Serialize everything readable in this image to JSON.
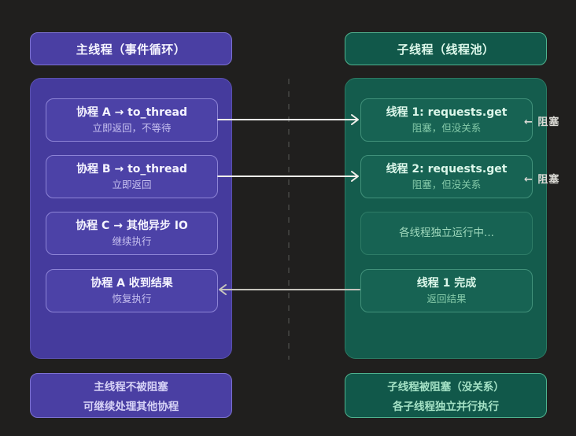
{
  "colors": {
    "bg": "#201f1e",
    "purple_header_fill": "#4a3fa3",
    "purple_header_border": "#7d72d2",
    "purple_container_fill": "#453b9d",
    "purple_box_fill": "#4c42a7",
    "purple_box_border": "#8d84d6",
    "purple_title": "#f5f4ff",
    "purple_sub": "#c7c1f0",
    "green_header_fill": "#11584a",
    "green_header_border": "#4fb28f",
    "green_container_fill": "#145c4d",
    "green_box_fill": "#176353",
    "green_box_border": "#41917a",
    "green_title": "#dcf7ea",
    "green_sub": "#86cbaa",
    "arrow": "#f1f0eb",
    "return_arrow": "#c6c4bd",
    "dashed_divider": "#3c3c3a",
    "block_label": "#dbdad5"
  },
  "left": {
    "header": "主线程（事件循环）",
    "boxes": [
      {
        "title": "协程 A → to_thread",
        "subtitle": "立即返回，不等待"
      },
      {
        "title": "协程 B → to_thread",
        "subtitle": "立即返回"
      },
      {
        "title": "协程 C → 其他异步 IO",
        "subtitle": "继续执行"
      },
      {
        "title": "协程 A 收到结果",
        "subtitle": "恢复执行"
      }
    ],
    "footer_line1": "主线程不被阻塞",
    "footer_line2": "可继续处理其他协程"
  },
  "right": {
    "header": "子线程（线程池）",
    "boxes": [
      {
        "title": "线程 1: requests.get",
        "subtitle": "阻塞，但没关系"
      },
      {
        "title": "线程 2: requests.get",
        "subtitle": "阻塞，但没关系"
      },
      {
        "title": "各线程独立运行中...",
        "subtitle": ""
      },
      {
        "title": "线程 1 完成",
        "subtitle": "返回结果"
      }
    ],
    "footer_line1": "子线程被阻塞（没关系）",
    "footer_line2": "各子线程独立并行执行"
  },
  "annotations": {
    "block_label_1": "← 阻塞",
    "block_label_2": "← 阻塞"
  }
}
